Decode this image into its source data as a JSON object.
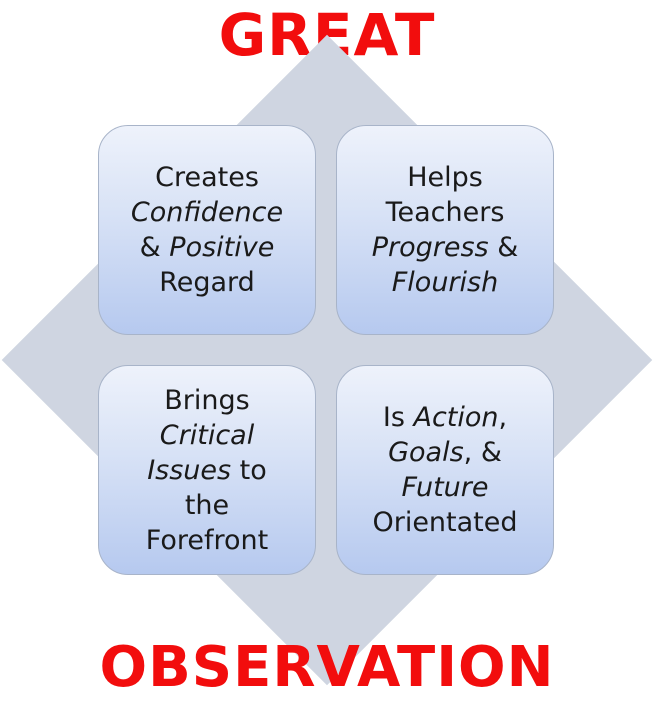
{
  "title_top": "GREAT",
  "title_bottom": "OBSERVATION",
  "boxes": {
    "top_left": {
      "l1": "Creates",
      "l2": "Confidence",
      "l3a": "& ",
      "l3b": "Positive",
      "l4": "Regard"
    },
    "top_right": {
      "l1": "Helps",
      "l2": "Teachers",
      "l3a": "Progress",
      "l3b": " &",
      "l4": "Flourish"
    },
    "bottom_left": {
      "l1": "Brings",
      "l2": "Critical",
      "l3a": "Issues",
      "l3b": " to",
      "l4": "the",
      "l5": "Forefront"
    },
    "bottom_right": {
      "l1a": "Is ",
      "l1b": "Action",
      "l1c": ",",
      "l2a": "Goals",
      "l2b": ", &",
      "l3": "Future",
      "l4": "Orientated"
    }
  },
  "colors": {
    "title": "#f20d0d",
    "diamond": "#cfd5e1",
    "box_top": "#eef2fb",
    "box_bottom": "#b6c9ef"
  }
}
